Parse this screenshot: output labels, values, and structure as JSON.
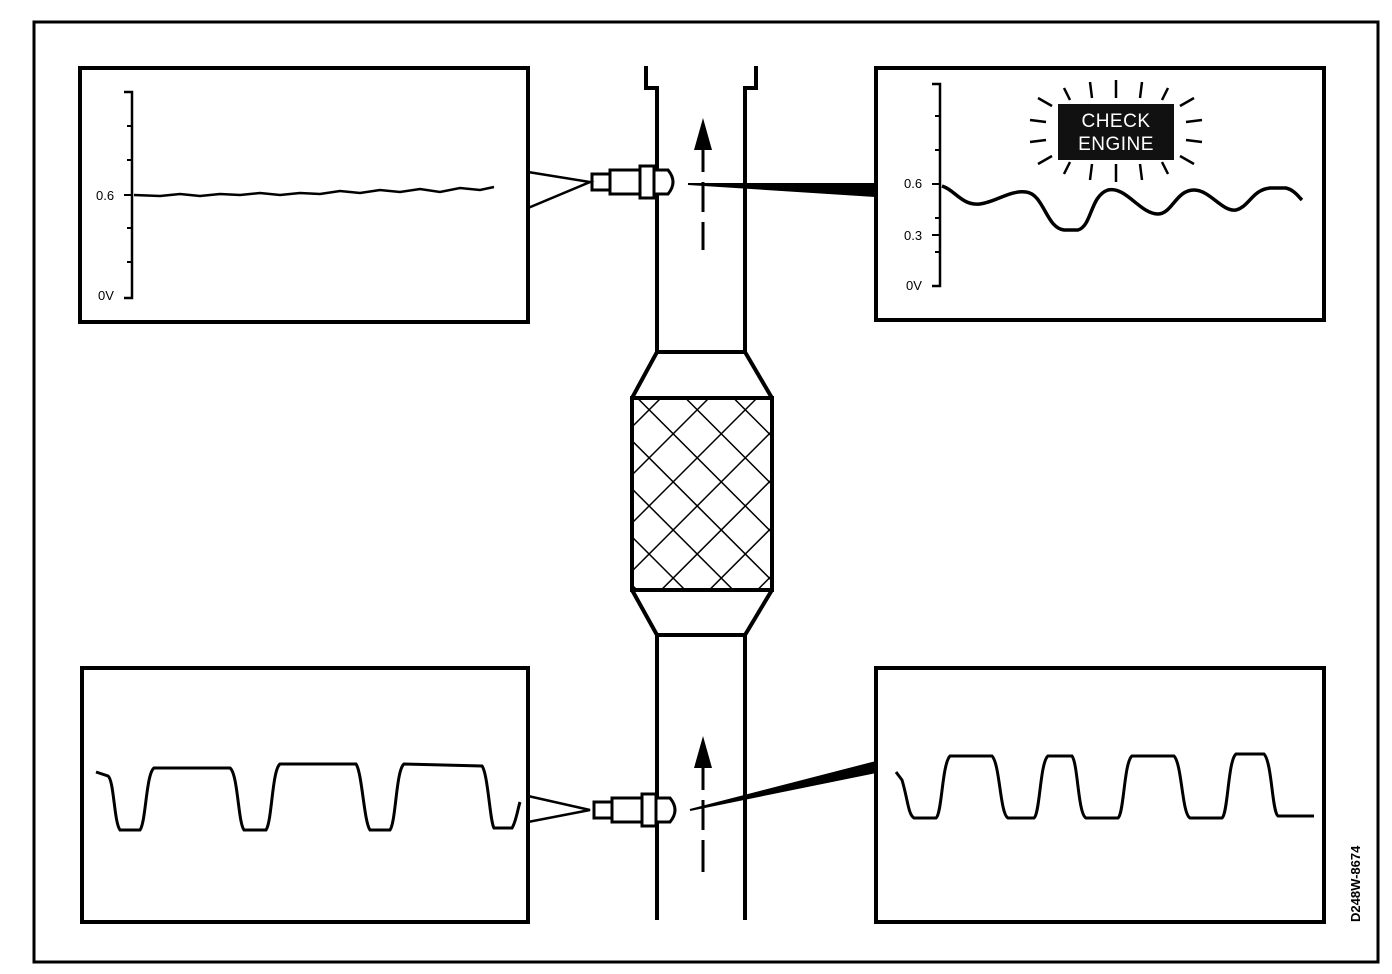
{
  "top_left_graph": {
    "labels": [
      "0.6",
      "0V"
    ],
    "signal": "flat"
  },
  "top_right_graph": {
    "labels": [
      "0.6",
      "0.3",
      "0V"
    ],
    "signal": "low-amplitude-wave"
  },
  "bottom_left_graph": {
    "signal": "square-wave"
  },
  "bottom_right_graph": {
    "signal": "square-wave"
  },
  "warning_light": {
    "line1": "CHECK",
    "line2": "ENGINE"
  },
  "drawing_code": "D248W-8674",
  "colors": {
    "ink": "#000000",
    "paper": "#ffffff",
    "lamp": "#111111"
  },
  "icons": [
    "oxygen-sensor-icon",
    "flow-arrow-icon",
    "catalytic-converter-icon",
    "check-engine-lamp-icon"
  ]
}
